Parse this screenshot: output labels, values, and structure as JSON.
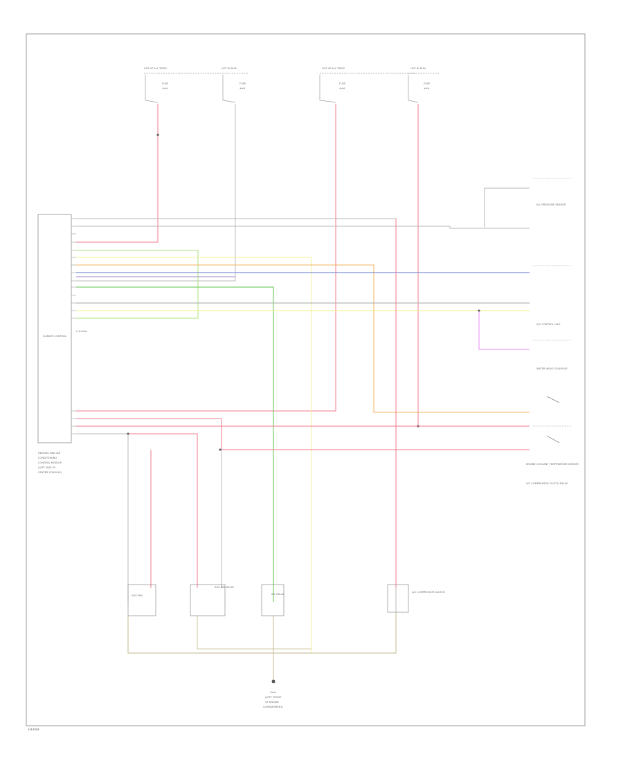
{
  "footer_code": "T-####",
  "module": {
    "name": "CLIMATE CONTROL",
    "connector": "C-####",
    "location_lines": [
      "HEATING AND AIR",
      "CONDITIONING",
      "CONTROL MODULE",
      "(LEFT SIDE OF",
      "CENTER CONSOLE)"
    ]
  },
  "fuses": [
    {
      "header": "HOT AT ALL TIMES",
      "fuse": "FUSE",
      "amps": "##A"
    },
    {
      "header": "HOT IN RUN",
      "fuse": "FUSE",
      "amps": "##A"
    },
    {
      "header": "HOT AT ALL TIMES",
      "fuse": "FUSE",
      "amps": "##A"
    },
    {
      "header": "HOT IN RUN",
      "fuse": "FUSE",
      "amps": "##A"
    }
  ],
  "right_components": [
    {
      "name": "A/C PRESSURE SENSOR"
    },
    {
      "name": "A/C CONTROL UNIT"
    },
    {
      "name": "WATER VALVE SOLENOID"
    },
    {
      "name": "ENGINE COOLANT TEMPERATURE SENSOR"
    },
    {
      "name": "A/C COMPRESSOR CLUTCH RELAY"
    }
  ],
  "bottom_components": [
    {
      "name": "AUX FAN"
    },
    {
      "name": "AUX FAN RELAY"
    },
    {
      "name": "A/C RELAY"
    },
    {
      "name": "A/C COMPRESSOR CLUTCH"
    }
  ],
  "ground": {
    "label_lines": [
      "G##",
      "(LEFT FRONT",
      "OF ENGINE",
      "COMPARTMENT)"
    ]
  },
  "colors": {
    "red": "#f07a8a",
    "gray": "#b8b8b8",
    "green": "#a8e07a",
    "dark_green": "#5cc04a",
    "blue": "#7f8fd8",
    "purple": "#9a8ad0",
    "yellow": "#f2f29a",
    "orange": "#f5b060",
    "magenta": "#e58af0",
    "tan": "#cfc5a0",
    "frame": "#9a9a9a"
  }
}
